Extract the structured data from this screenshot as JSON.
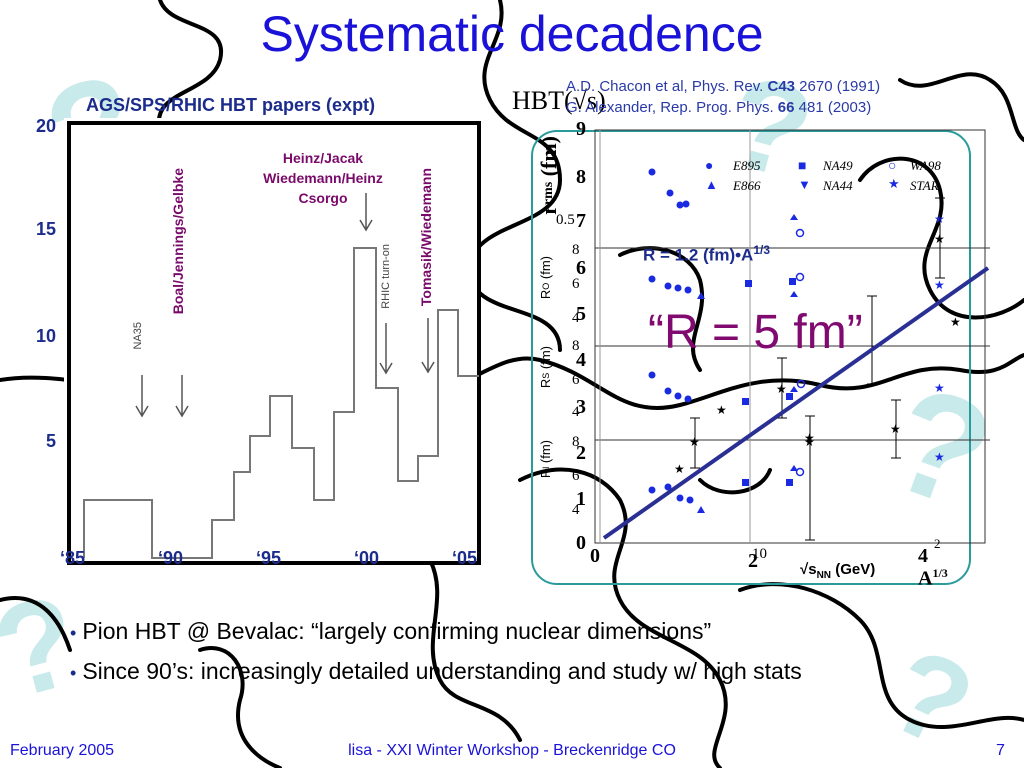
{
  "slide_title": "Systematic decadence",
  "left_plot": {
    "heading": "AGS/SPS/RHIC HBT papers (expt)",
    "y_ticks": [
      "20",
      "15",
      "10",
      "5"
    ],
    "x_ticks": [
      "‘85",
      "‘90",
      "‘95",
      "‘00",
      "‘05"
    ],
    "annotations": {
      "heinz": "Heinz/Jacak",
      "wiedemann": "Wiedemann/Heinz",
      "csorgo": "Csorgo",
      "boal": "Boal/Jennings/Gelbke",
      "tomasik": "Tomasik/Wiedemann",
      "na35": "NA35",
      "rhic": "RHIC turn-on"
    }
  },
  "references": {
    "ref1_pre": "A.D. Chacon et al, Phys. Rev. ",
    "ref1_vol": "C43",
    "ref1_post": " 2670 (1991)",
    "ref2_pre": "G. Alexander, Rep. Prog. Phys. ",
    "ref2_vol": "66",
    "ref2_post": " 481 (2003)"
  },
  "right_plot": {
    "hbt_label": "HBT(√s)",
    "rrms_label": "r",
    "rrms_sub": "rms",
    "rrms_unit": "(fm)",
    "ro_label": "R",
    "ro_sub": "O",
    "rs_label": "R",
    "rs_sub": "S",
    "rl_label": "R",
    "rl_sub": "l",
    "fm_unit": "(fm)",
    "x_axis_label": "√s",
    "x_axis_sub": "NN",
    "x_axis_unit": "(GeV)",
    "formula_main": "R = 1.2 (fm)•A",
    "formula_exp": "1/3",
    "r5_label": "“R = 5 fm”",
    "a13_label": "A",
    "a13_exp": "1/3",
    "left_scale": [
      "9",
      "8",
      "7",
      "6",
      "5",
      "4",
      "3",
      "2",
      "1",
      "0"
    ],
    "inner_ticks": [
      "0.5",
      "8",
      "6",
      "4",
      "8",
      "6",
      "4",
      "8",
      "6",
      "4"
    ],
    "x_bottom_left": "0",
    "x_bottom_mid": "2",
    "x_bottom_10": "10",
    "x_bottom_4": "4",
    "x_bottom_sup2": "2",
    "legend": [
      "E895",
      "NA49",
      "WA98",
      "E866",
      "NA44",
      "STAR"
    ]
  },
  "bullets": [
    "Pion HBT @ Bevalac: “largely confirming nuclear dimensions”",
    "Since 90’s: increasingly detailed understanding and study w/ high stats"
  ],
  "footer": {
    "date": "February 2005",
    "event": "lisa - XXI Winter Workshop - Breckenridge CO",
    "page": "7"
  },
  "colors": {
    "title_blue": "#1a12d8",
    "navy": "#1c2c8c",
    "purple": "#7a0a6a",
    "teal_frame": "#2a9b9b",
    "watermark": "#c8eaea"
  }
}
